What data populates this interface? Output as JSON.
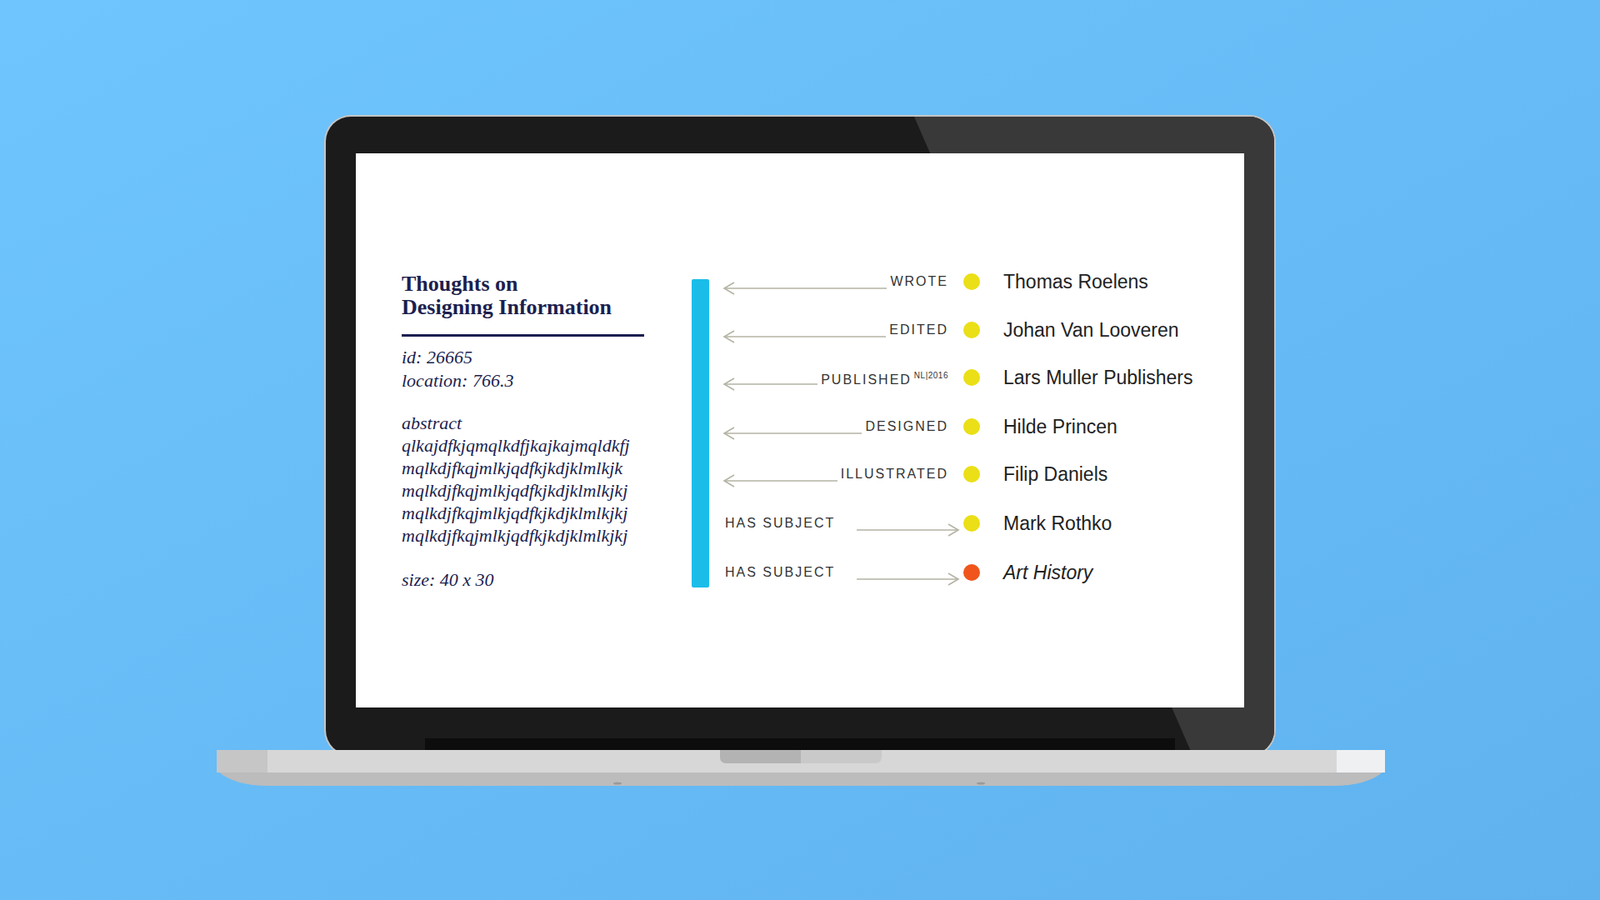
{
  "diagram": {
    "nodes": [
      {
        "text": [
          "Thoughts on Designing Information",
          "id: 26665",
          "location: 766.3",
          "abstract",
          "qlkajdfkjqmqlkdfjkajkajmqldkfj mqlkdjfkqjmlkjqdfkjkdjklmlkjk mqlkdjfkqjmlkjqdfkjkdjklmlkjkj mqlkdjfkqjmlkjqdfkjkdjklmlkjkj mqlkdjfkqjmlkjqdfkjkdjklmlkjkj",
          "size: 40 x 30"
        ]
      },
      {
        "text": [
          "Thomas Roelens"
        ]
      },
      {
        "text": [
          "Johan Van Looveren"
        ]
      },
      {
        "text": [
          "Lars Muller Publishers"
        ]
      },
      {
        "text": [
          "Hilde Princen"
        ]
      },
      {
        "text": [
          "Filip Daniels"
        ]
      },
      {
        "text": [
          "Mark Rothko"
        ]
      },
      {
        "text": [
          "Art History"
        ]
      }
    ],
    "edges": [
      {
        "from": 1,
        "to": 0,
        "label": "WROTE",
        "arrow": "to"
      },
      {
        "from": 2,
        "to": 0,
        "label": "EDITED",
        "arrow": "to"
      },
      {
        "from": 3,
        "to": 0,
        "label": "PUBLISHED",
        "arrow": "to"
      },
      {
        "from": 4,
        "to": 0,
        "label": "DESIGNED",
        "arrow": "to"
      },
      {
        "from": 5,
        "to": 0,
        "label": "ILLUSTRATED",
        "arrow": "to"
      },
      {
        "from": 0,
        "to": 6,
        "label": "HAS SUBJECT",
        "arrow": "to"
      },
      {
        "from": 0,
        "to": 7,
        "label": "HAS SUBJECT",
        "arrow": "to"
      }
    ],
    "labels": [
      "NL|2016"
    ]
  }
}
